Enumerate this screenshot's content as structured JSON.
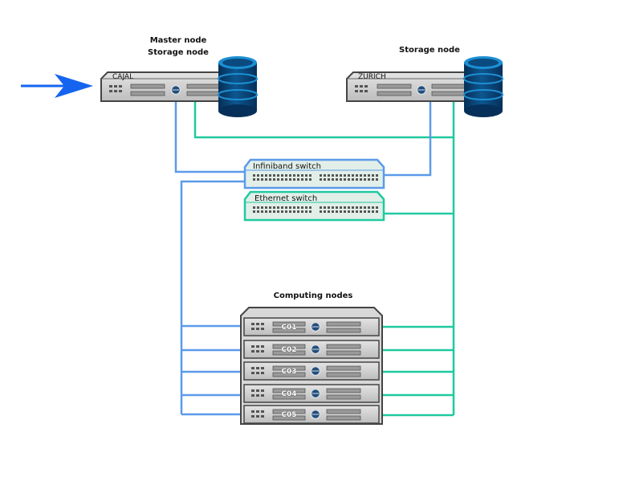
{
  "labels": {
    "master_node": "Master node",
    "storage_node_left": "Storage node",
    "storage_node_right": "Storage node",
    "computing_nodes": "Computing nodes"
  },
  "servers": {
    "cajal": "CAJAL",
    "zurich": "ZURICH"
  },
  "switches": {
    "infiniband": "Infiniband switch",
    "ethernet": "Ethernet switch"
  },
  "compute_nodes": [
    "C01",
    "C02",
    "C03",
    "C04",
    "C05"
  ],
  "colors": {
    "infiniband_link": "#5b9bea",
    "ethernet_link": "#20c9a0",
    "arrow": "#1464f0",
    "database": "#0b4a7e",
    "database_top": "#1c8fd3"
  }
}
